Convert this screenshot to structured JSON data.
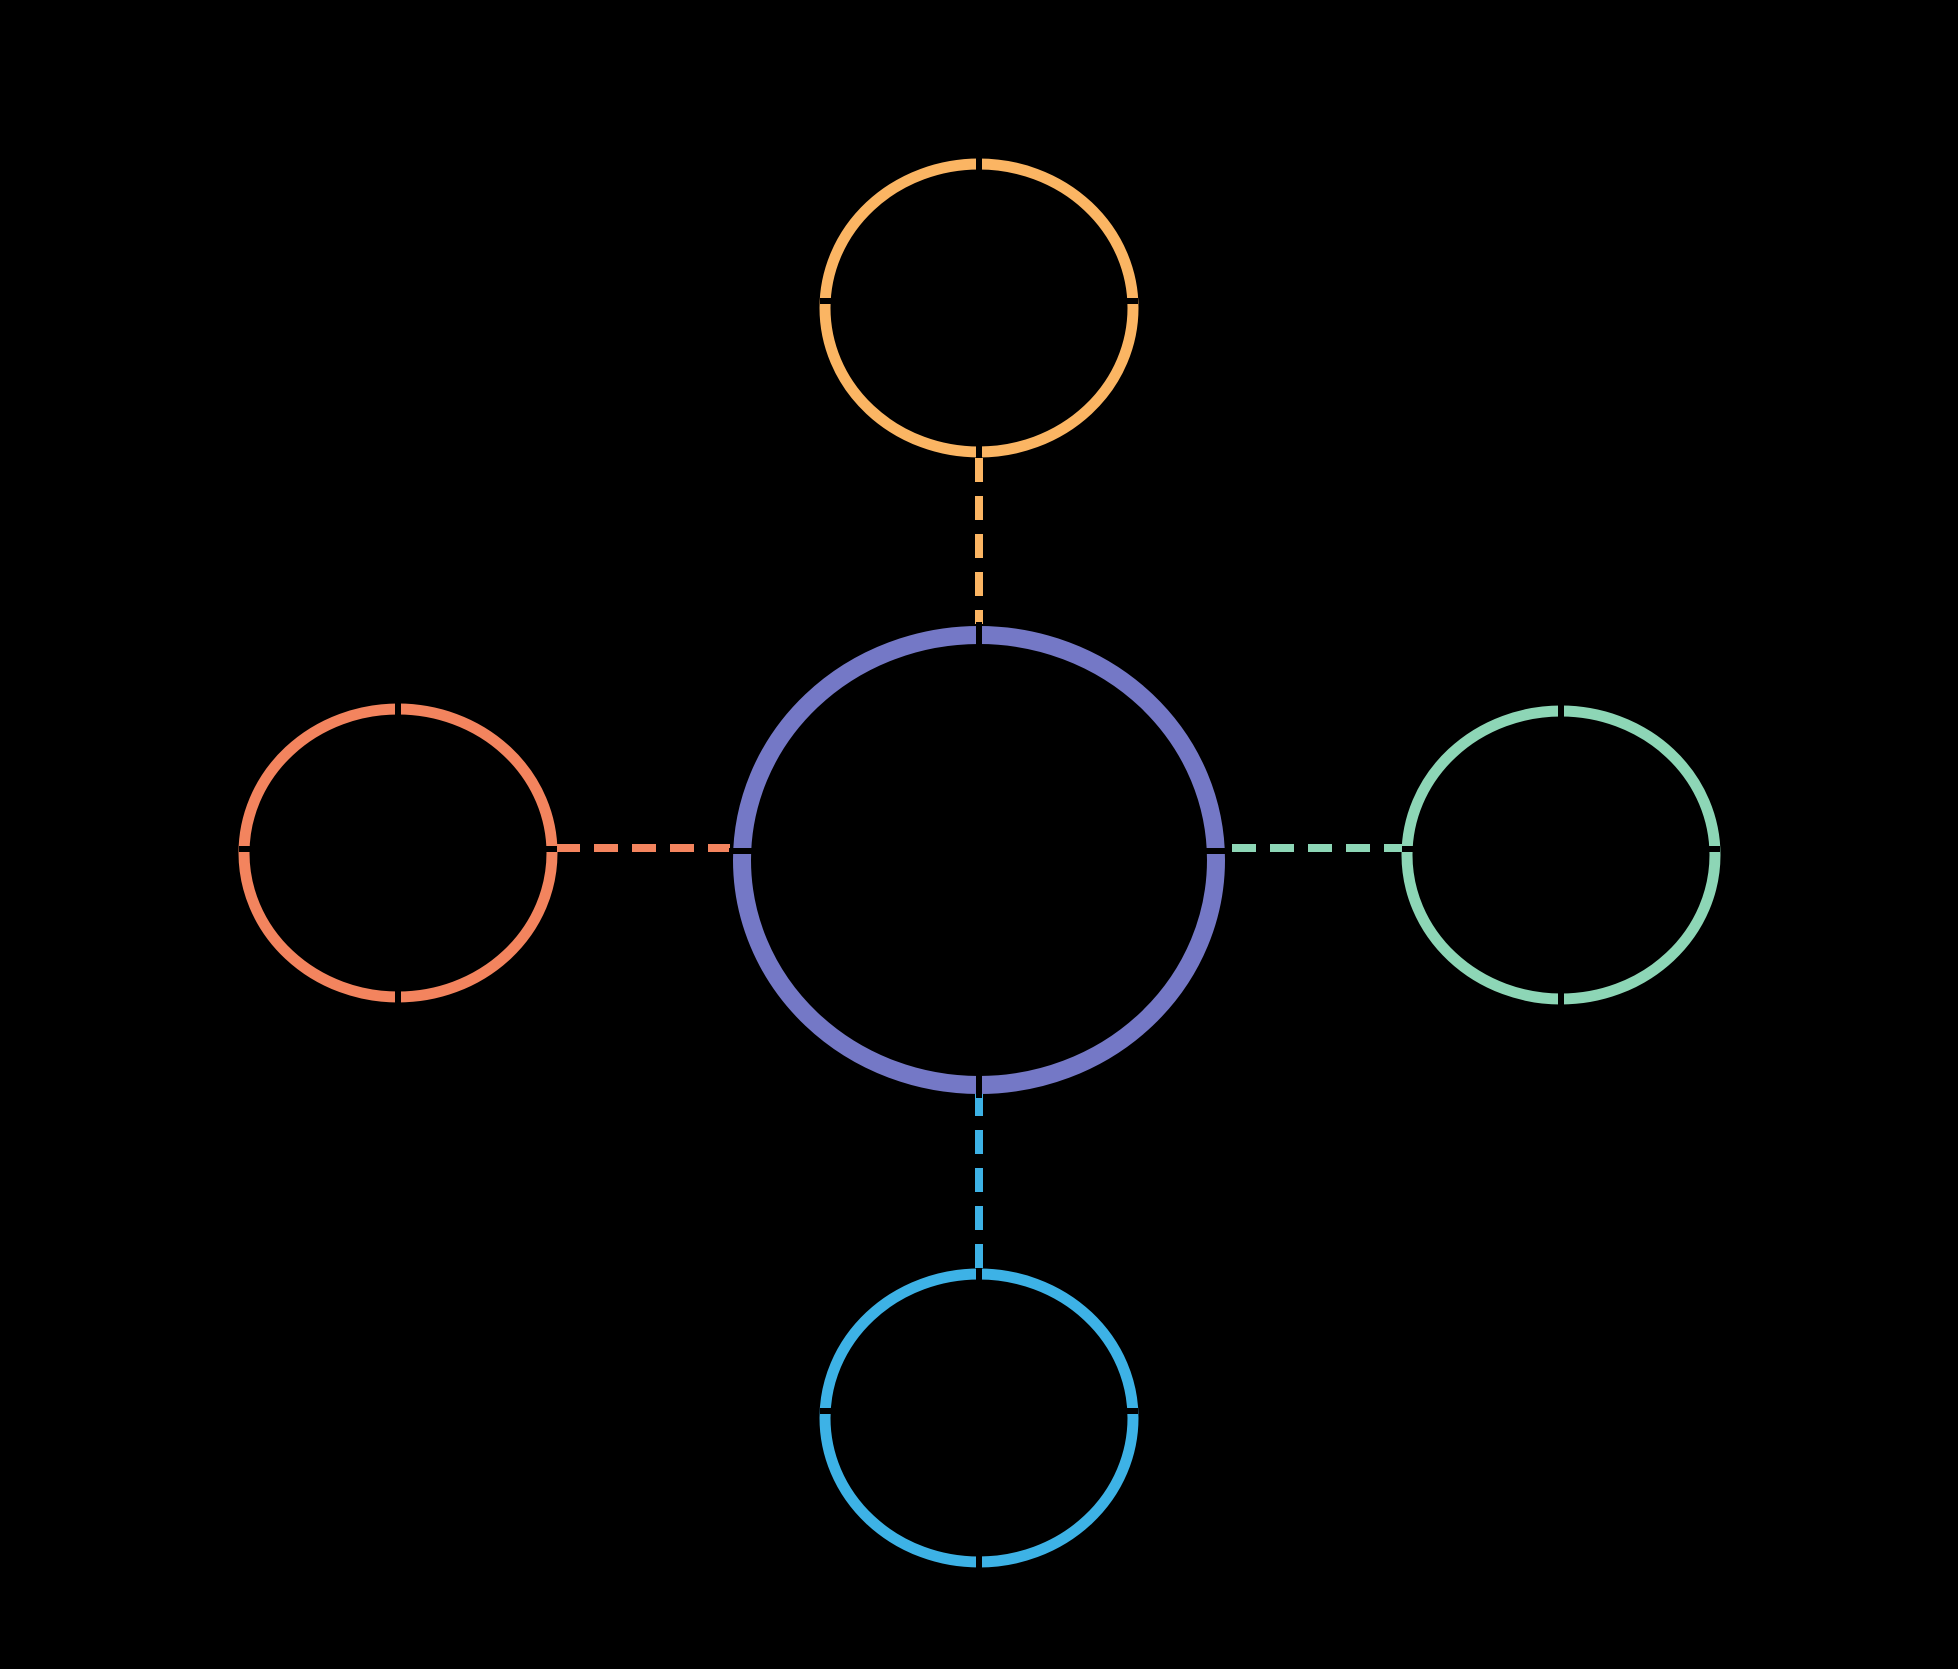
{
  "background": "#000000",
  "hub": {
    "icon": "hub-circle",
    "color": "#7478C6"
  },
  "satellites": [
    {
      "position": "top",
      "icon": "satellite-circle",
      "color": "#FBB563"
    },
    {
      "position": "left",
      "icon": "satellite-circle",
      "color": "#F3845E"
    },
    {
      "position": "right",
      "icon": "satellite-circle",
      "color": "#8DD6B6"
    },
    {
      "position": "bottom",
      "icon": "satellite-circle",
      "color": "#3DB2E6"
    }
  ],
  "connectors": [
    {
      "from": "hub",
      "to": "top",
      "style": "dashed",
      "color": "#FBB563"
    },
    {
      "from": "hub",
      "to": "left",
      "style": "dashed",
      "color": "#F3845E"
    },
    {
      "from": "hub",
      "to": "right",
      "style": "dashed",
      "color": "#8DD6B6"
    },
    {
      "from": "hub",
      "to": "bottom",
      "style": "dashed",
      "color": "#3DB2E6"
    }
  ]
}
